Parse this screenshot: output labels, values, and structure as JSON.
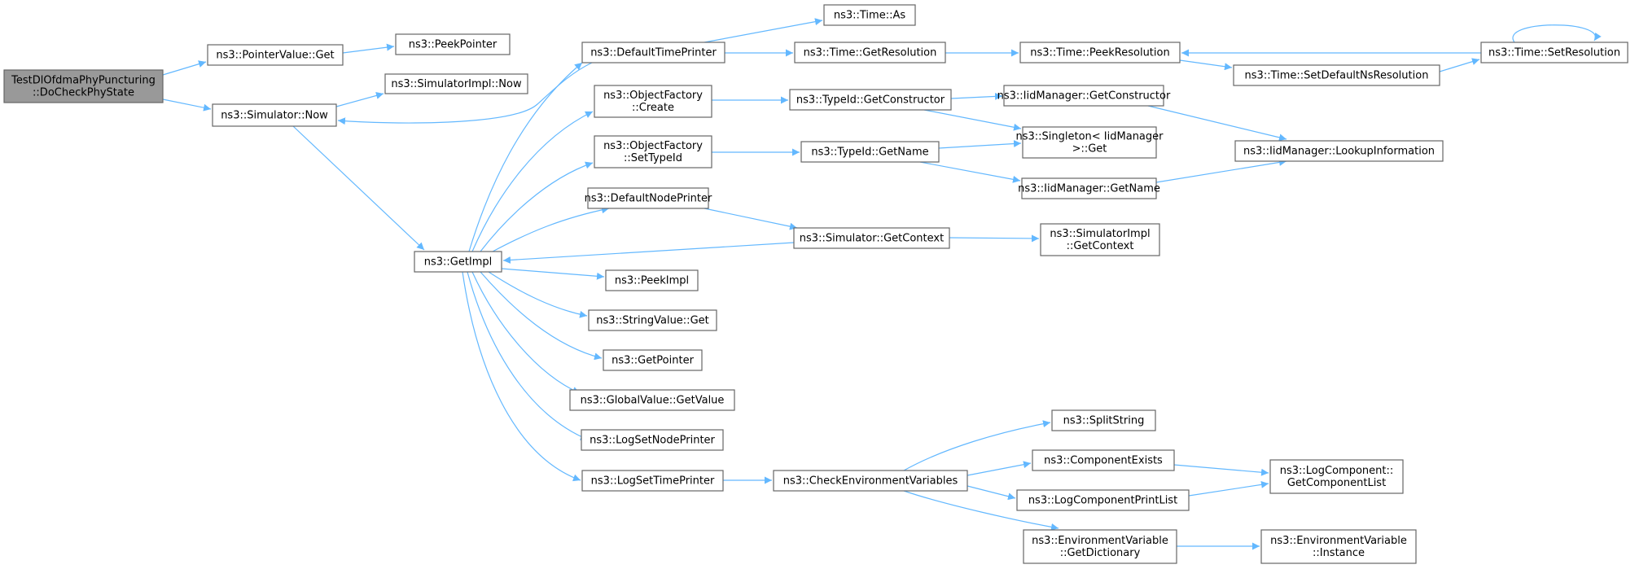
{
  "colors": {
    "edge": "#63b8ff",
    "node_border": "#666666",
    "root_fill": "#999999",
    "node_fill": "#ffffff"
  },
  "nodes": [
    {
      "id": "root",
      "lines": [
        "TestDlOfdmaPhyPuncturing",
        "::DoCheckPhyState"
      ],
      "root": true
    },
    {
      "id": "pv_get",
      "lines": [
        "ns3::PointerValue::Get"
      ]
    },
    {
      "id": "peek_pointer",
      "lines": [
        "ns3::PeekPointer"
      ]
    },
    {
      "id": "sim_now",
      "lines": [
        "ns3::Simulator::Now"
      ]
    },
    {
      "id": "simimpl_now",
      "lines": [
        "ns3::SimulatorImpl::Now"
      ]
    },
    {
      "id": "default_time_printer",
      "lines": [
        "ns3::DefaultTimePrinter"
      ]
    },
    {
      "id": "time_as",
      "lines": [
        "ns3::Time::As"
      ]
    },
    {
      "id": "time_getres",
      "lines": [
        "ns3::Time::GetResolution"
      ]
    },
    {
      "id": "time_peekres",
      "lines": [
        "ns3::Time::PeekResolution"
      ]
    },
    {
      "id": "time_setres",
      "lines": [
        "ns3::Time::SetResolution"
      ]
    },
    {
      "id": "time_setdefault",
      "lines": [
        "ns3::Time::SetDefaultNsResolution"
      ]
    },
    {
      "id": "of_create",
      "lines": [
        "ns3::ObjectFactory",
        "::Create"
      ]
    },
    {
      "id": "typeid_getctor",
      "lines": [
        "ns3::TypeId::GetConstructor"
      ]
    },
    {
      "id": "iid_getctor",
      "lines": [
        "ns3::IidManager::GetConstructor"
      ]
    },
    {
      "id": "singleton_get",
      "lines": [
        "ns3::Singleton< IidManager",
        ">::Get"
      ]
    },
    {
      "id": "iid_lookup",
      "lines": [
        "ns3::IidManager::LookupInformation"
      ]
    },
    {
      "id": "of_settypeid",
      "lines": [
        "ns3::ObjectFactory",
        "::SetTypeId"
      ]
    },
    {
      "id": "typeid_getname",
      "lines": [
        "ns3::TypeId::GetName"
      ]
    },
    {
      "id": "iid_getname",
      "lines": [
        "ns3::IidManager::GetName"
      ]
    },
    {
      "id": "default_node_printer",
      "lines": [
        "ns3::DefaultNodePrinter"
      ]
    },
    {
      "id": "sim_getcontext",
      "lines": [
        "ns3::Simulator::GetContext"
      ]
    },
    {
      "id": "simimpl_getcontext",
      "lines": [
        "ns3::SimulatorImpl",
        "::GetContext"
      ]
    },
    {
      "id": "getimpl",
      "lines": [
        "ns3::GetImpl"
      ]
    },
    {
      "id": "peekimpl",
      "lines": [
        "ns3::PeekImpl"
      ]
    },
    {
      "id": "stringvalue_get",
      "lines": [
        "ns3::StringValue::Get"
      ]
    },
    {
      "id": "getpointer",
      "lines": [
        "ns3::GetPointer"
      ]
    },
    {
      "id": "globalvalue_get",
      "lines": [
        "ns3::GlobalValue::GetValue"
      ]
    },
    {
      "id": "log_setnode",
      "lines": [
        "ns3::LogSetNodePrinter"
      ]
    },
    {
      "id": "log_settime",
      "lines": [
        "ns3::LogSetTimePrinter"
      ]
    },
    {
      "id": "check_env",
      "lines": [
        "ns3::CheckEnvironmentVariables"
      ]
    },
    {
      "id": "split_string",
      "lines": [
        "ns3::SplitString"
      ]
    },
    {
      "id": "component_exists",
      "lines": [
        "ns3::ComponentExists"
      ]
    },
    {
      "id": "log_component_print",
      "lines": [
        "ns3::LogComponentPrintList"
      ]
    },
    {
      "id": "log_getlist",
      "lines": [
        "ns3::LogComponent::",
        "GetComponentList"
      ]
    },
    {
      "id": "env_getdict",
      "lines": [
        "ns3::EnvironmentVariable",
        "::GetDictionary"
      ]
    },
    {
      "id": "env_instance",
      "lines": [
        "ns3::EnvironmentVariable",
        "::Instance"
      ]
    }
  ],
  "edges": [
    [
      "root",
      "pv_get"
    ],
    [
      "root",
      "sim_now"
    ],
    [
      "pv_get",
      "peek_pointer"
    ],
    [
      "sim_now",
      "simimpl_now"
    ],
    [
      "sim_now",
      "getimpl"
    ],
    [
      "default_time_printer",
      "sim_now"
    ],
    [
      "default_time_printer",
      "time_as"
    ],
    [
      "default_time_printer",
      "time_getres"
    ],
    [
      "time_getres",
      "time_peekres"
    ],
    [
      "time_peekres",
      "time_setdefault"
    ],
    [
      "time_setdefault",
      "time_setres"
    ],
    [
      "time_setres",
      "time_peekres"
    ],
    [
      "time_setres",
      "time_setres"
    ],
    [
      "of_create",
      "typeid_getctor"
    ],
    [
      "typeid_getctor",
      "iid_getctor"
    ],
    [
      "typeid_getctor",
      "singleton_get"
    ],
    [
      "iid_getctor",
      "iid_lookup"
    ],
    [
      "of_settypeid",
      "typeid_getname"
    ],
    [
      "typeid_getname",
      "singleton_get"
    ],
    [
      "typeid_getname",
      "iid_getname"
    ],
    [
      "iid_getname",
      "iid_lookup"
    ],
    [
      "default_node_printer",
      "sim_getcontext"
    ],
    [
      "sim_getcontext",
      "simimpl_getcontext"
    ],
    [
      "sim_getcontext",
      "getimpl"
    ],
    [
      "getimpl",
      "default_time_printer"
    ],
    [
      "getimpl",
      "of_create"
    ],
    [
      "getimpl",
      "of_settypeid"
    ],
    [
      "getimpl",
      "default_node_printer"
    ],
    [
      "getimpl",
      "peekimpl"
    ],
    [
      "getimpl",
      "stringvalue_get"
    ],
    [
      "getimpl",
      "getpointer"
    ],
    [
      "getimpl",
      "globalvalue_get"
    ],
    [
      "getimpl",
      "log_setnode"
    ],
    [
      "getimpl",
      "log_settime"
    ],
    [
      "log_settime",
      "check_env"
    ],
    [
      "check_env",
      "split_string"
    ],
    [
      "check_env",
      "component_exists"
    ],
    [
      "check_env",
      "log_component_print"
    ],
    [
      "check_env",
      "env_getdict"
    ],
    [
      "component_exists",
      "log_getlist"
    ],
    [
      "log_component_print",
      "log_getlist"
    ],
    [
      "env_getdict",
      "env_instance"
    ]
  ]
}
